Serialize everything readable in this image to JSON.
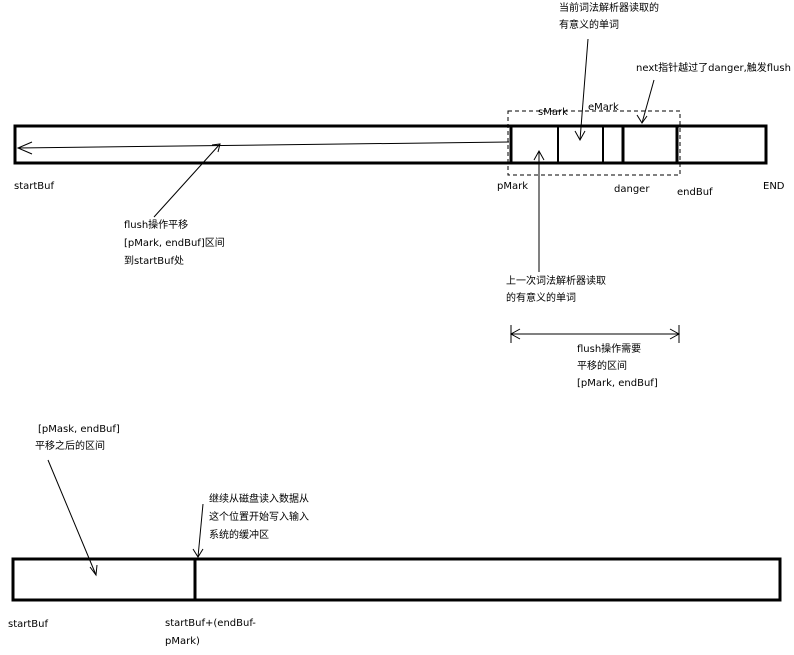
{
  "top_buffer": {
    "labels": {
      "start": "startBuf",
      "end": "END",
      "pmark": "pMark",
      "danger": "danger",
      "endbuf": "endBuf",
      "smark": "sMark",
      "emark": "eMark"
    },
    "notes": {
      "current_word": [
        "当前词法解析器读取的",
        "有意义的单词"
      ],
      "next_pointer": "next指针越过了danger,触发flush",
      "previous_word": [
        "上一次词法解析器读取",
        "的有意义的单词"
      ],
      "flush_move": [
        "flush操作平移",
        "[pMark, endBuf]区间",
        "到startBuf处"
      ],
      "flush_range": [
        "flush操作需要",
        "平移的区间",
        "[pMark, endBuf]"
      ]
    }
  },
  "bottom_buffer": {
    "labels": {
      "start": "startBuf",
      "offset": [
        "startBuf+(endBuf-",
        "pMark)"
      ]
    },
    "notes": {
      "moved_range": [
        "[pMask, endBuf]",
        "平移之后的区间"
      ],
      "continue_read": [
        "继续从磁盘读入数据从",
        "这个位置开始写入输入",
        "系统的缓冲区"
      ]
    }
  }
}
